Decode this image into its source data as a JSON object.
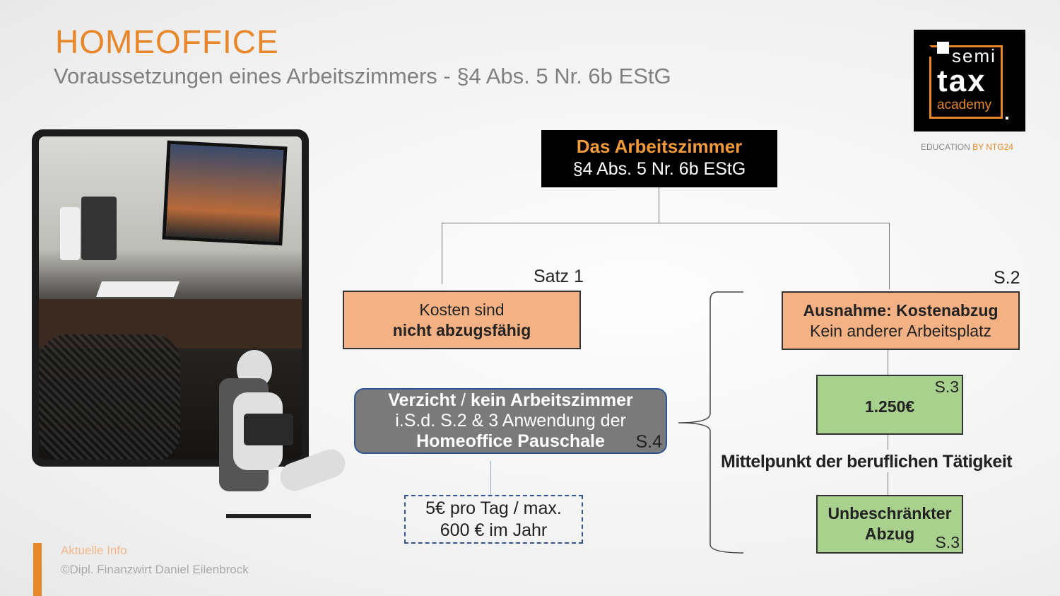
{
  "header": {
    "title": "HOMEOFFICE",
    "subtitle": "Voraussetzungen eines Arbeitszimmers - §4 Abs. 5 Nr. 6b EStG"
  },
  "logo": {
    "line1": "semi",
    "line2": "tax",
    "line3": "academy",
    "tagline_a": "EDUCATION",
    "tagline_b": "BY NTG24"
  },
  "diagram": {
    "root": {
      "title": "Das Arbeitszimmer",
      "subtitle": "§4 Abs. 5 Nr. 6b EStG"
    },
    "left_label": "Satz 1",
    "left_box": {
      "line1": "Kosten sind",
      "line2": "nicht abzugsfähig"
    },
    "right_label": "S.2",
    "right_box": {
      "line1": "Ausnahme: Kostenabzug",
      "line2": "Kein anderer Arbeitsplatz"
    },
    "amount_box": {
      "value": "1.250€",
      "ref": "S.3"
    },
    "center_text": "Mittelpunkt der beruflichen Tätigkeit",
    "unlimited_box": {
      "line1": "Unbeschränkter",
      "line2": "Abzug",
      "ref": "S.3"
    },
    "grey_box": {
      "part1": "Verzicht",
      "sep": "/",
      "part2": "kein Arbeitszimmer",
      "line2": "i.S.d. S.2 & 3 Anwendung der",
      "line3": "Homeoffice Pauschale",
      "ref": "S.4"
    },
    "dashed_box": {
      "line1": "5€ pro Tag / max.",
      "line2": "600 € im Jahr"
    }
  },
  "footer": {
    "info": "Aktuelle Info",
    "copyright": "©Dipl. Finanzwirt Daniel Eilenbrock"
  },
  "colors": {
    "accent": "#e8872a",
    "orange_box": "#f4b183",
    "green_box": "#a9d18e",
    "grey_box": "#7a7a7a"
  }
}
